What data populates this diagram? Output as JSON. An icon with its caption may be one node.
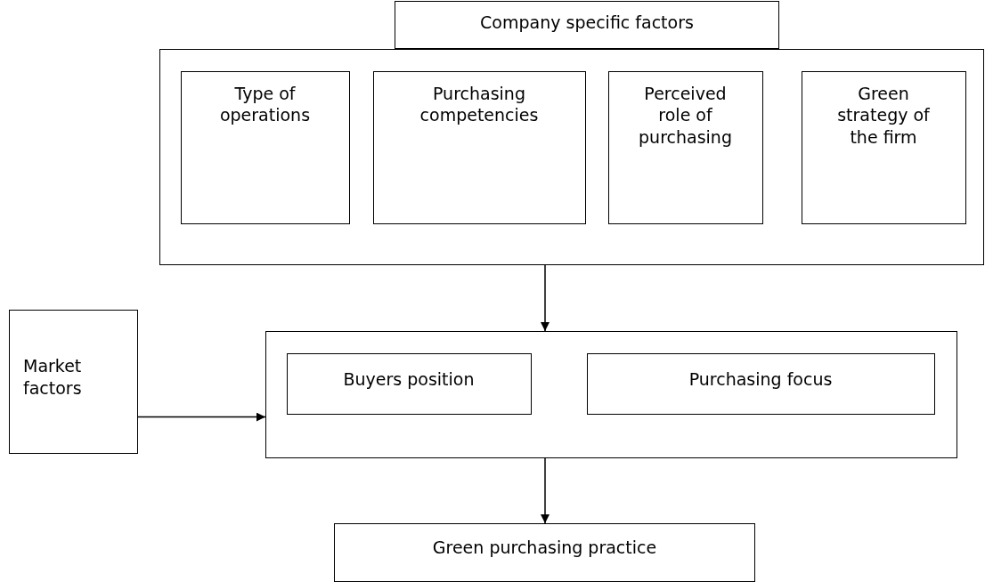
{
  "diagram": {
    "nodes": [
      {
        "text": [
          "Company specific factors"
        ]
      },
      {
        "text": [],
        "shape": "box"
      },
      {
        "text": [
          "Type of operations"
        ],
        "in": 1
      },
      {
        "text": [
          "Purchasing competencies"
        ],
        "in": 1
      },
      {
        "text": [
          "Perceived role of purchasing"
        ],
        "in": 1
      },
      {
        "text": [
          "Green strategy of the firm"
        ],
        "in": 1
      },
      {
        "text": [
          "Market factors"
        ]
      },
      {
        "text": [],
        "shape": "box"
      },
      {
        "text": [
          "Buyers position"
        ],
        "in": 7
      },
      {
        "text": [
          "Purchasing focus"
        ],
        "in": 7
      },
      {
        "text": [
          "Green purchasing practice"
        ]
      }
    ],
    "edges": [
      {
        "from": 1,
        "to": 7,
        "arrow": "to"
      },
      {
        "from": 6,
        "to": 7,
        "arrow": "to"
      },
      {
        "from": 7,
        "to": 10,
        "arrow": "to"
      }
    ]
  }
}
